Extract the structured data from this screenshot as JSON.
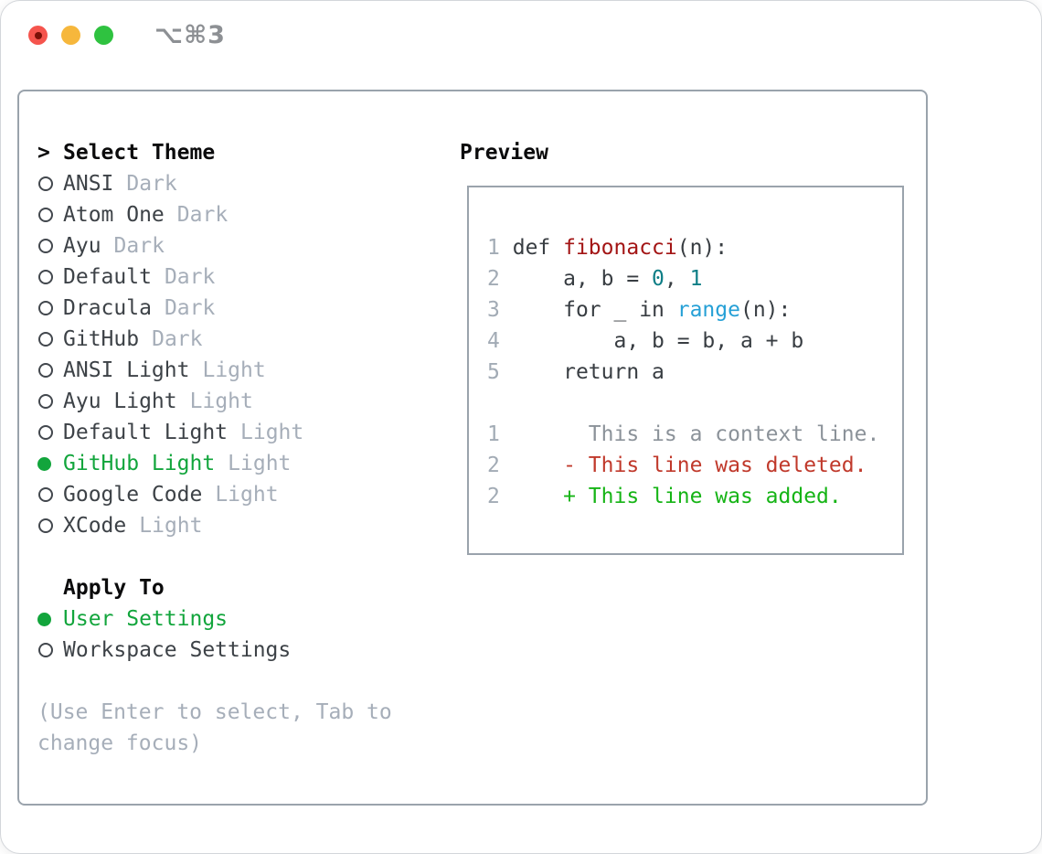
{
  "colors": {
    "accent_green": "#12a53c",
    "heading": "#0b0b0c",
    "text_primary": "#3d4247",
    "text_dim": "#a6aeb9",
    "border": "#9aa3ac",
    "line_number": "#a2abb5",
    "code_plain": "#383d42",
    "code_function": "#a31515",
    "code_number": "#0e7e86",
    "code_builtin": "#26a0d6",
    "diff_context": "#8b9299",
    "diff_deleted": "#c0392b",
    "diff_added": "#16b416",
    "traffic_red": "#f5544d",
    "traffic_red_dot": "#7a1007",
    "traffic_yellow": "#f6b73c",
    "traffic_green": "#2fc240",
    "titlebar_text": "#8d9094"
  },
  "titlebar": {
    "shortcut": "⌥⌘3"
  },
  "theme_panel": {
    "header": {
      "prefix": ">",
      "label": "Select Theme"
    },
    "themes": [
      {
        "name": "ANSI",
        "variant": "Dark",
        "selected": false
      },
      {
        "name": "Atom One",
        "variant": "Dark",
        "selected": false
      },
      {
        "name": "Ayu",
        "variant": "Dark",
        "selected": false
      },
      {
        "name": "Default",
        "variant": "Dark",
        "selected": false
      },
      {
        "name": "Dracula",
        "variant": "Dark",
        "selected": false
      },
      {
        "name": "GitHub",
        "variant": "Dark",
        "selected": false
      },
      {
        "name": "ANSI Light",
        "variant": "Light",
        "selected": false
      },
      {
        "name": "Ayu Light",
        "variant": "Light",
        "selected": false
      },
      {
        "name": "Default Light",
        "variant": "Light",
        "selected": false
      },
      {
        "name": "GitHub Light",
        "variant": "Light",
        "selected": true
      },
      {
        "name": "Google Code",
        "variant": "Light",
        "selected": false
      },
      {
        "name": "XCode",
        "variant": "Light",
        "selected": false
      }
    ],
    "apply_to": {
      "header": "Apply To",
      "options": [
        {
          "name": "User Settings",
          "selected": true
        },
        {
          "name": "Workspace Settings",
          "selected": false
        }
      ]
    },
    "hint": "(Use Enter to select, Tab to\nchange focus)"
  },
  "preview": {
    "header": "Preview",
    "code_lines": [
      {
        "num": "1",
        "segments": [
          {
            "text": "def ",
            "style": "plain"
          },
          {
            "text": "fibonacci",
            "style": "func"
          },
          {
            "text": "(n):",
            "style": "plain"
          }
        ]
      },
      {
        "num": "2",
        "segments": [
          {
            "text": "    a, b = ",
            "style": "plain"
          },
          {
            "text": "0",
            "style": "num"
          },
          {
            "text": ", ",
            "style": "plain"
          },
          {
            "text": "1",
            "style": "num"
          }
        ]
      },
      {
        "num": "3",
        "segments": [
          {
            "text": "    for _ in ",
            "style": "plain"
          },
          {
            "text": "range",
            "style": "builtin"
          },
          {
            "text": "(n):",
            "style": "plain"
          }
        ]
      },
      {
        "num": "4",
        "segments": [
          {
            "text": "        a, b = b, a + b",
            "style": "plain"
          }
        ]
      },
      {
        "num": "5",
        "segments": [
          {
            "text": "    return a",
            "style": "plain"
          }
        ]
      }
    ],
    "diff_lines": [
      {
        "num": "1",
        "segments": [
          {
            "text": "      This is a context line.",
            "style": "context"
          }
        ]
      },
      {
        "num": "2",
        "segments": [
          {
            "text": "    - This line was deleted.",
            "style": "del"
          }
        ]
      },
      {
        "num": "2",
        "segments": [
          {
            "text": "    + This line was added.",
            "style": "add"
          }
        ]
      }
    ]
  }
}
